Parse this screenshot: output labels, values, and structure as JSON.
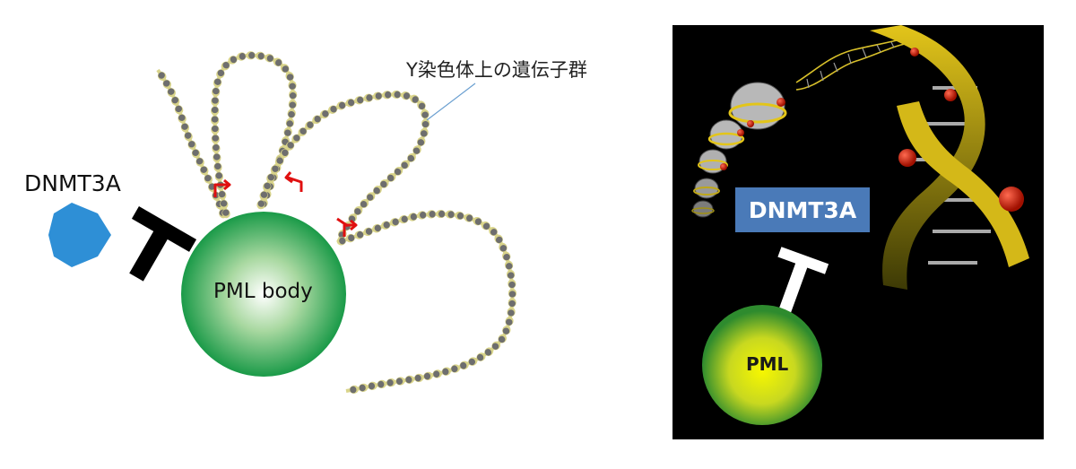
{
  "left_diagram": {
    "callout_label": "Y染色体上の遺伝子群",
    "dnmt_label": "DNMT3A",
    "pml_label": "PML body",
    "colors": {
      "pml_sphere": "#1a9a48",
      "dnmt_hexagon": "#2e8fd6",
      "inhibition_bar": "#000000",
      "chromatin_fiber": "#d9d48a",
      "nucleosome": "#6e6e6e",
      "promoter_arrow": "#e01010"
    }
  },
  "right_diagram": {
    "dnmt_label": "DNMT3A",
    "pml_label": "PML",
    "colors": {
      "background": "#000000",
      "dnmt_box": "#4a7ab8",
      "inhibition_bar": "#ffffff",
      "pml_sphere_center": "#f7f700",
      "pml_sphere_edge": "#2e8b2e",
      "dna_ribbon": "#e3c51a",
      "methyl_marker": "#d02010",
      "nucleosome": "#b8b8b8"
    }
  }
}
